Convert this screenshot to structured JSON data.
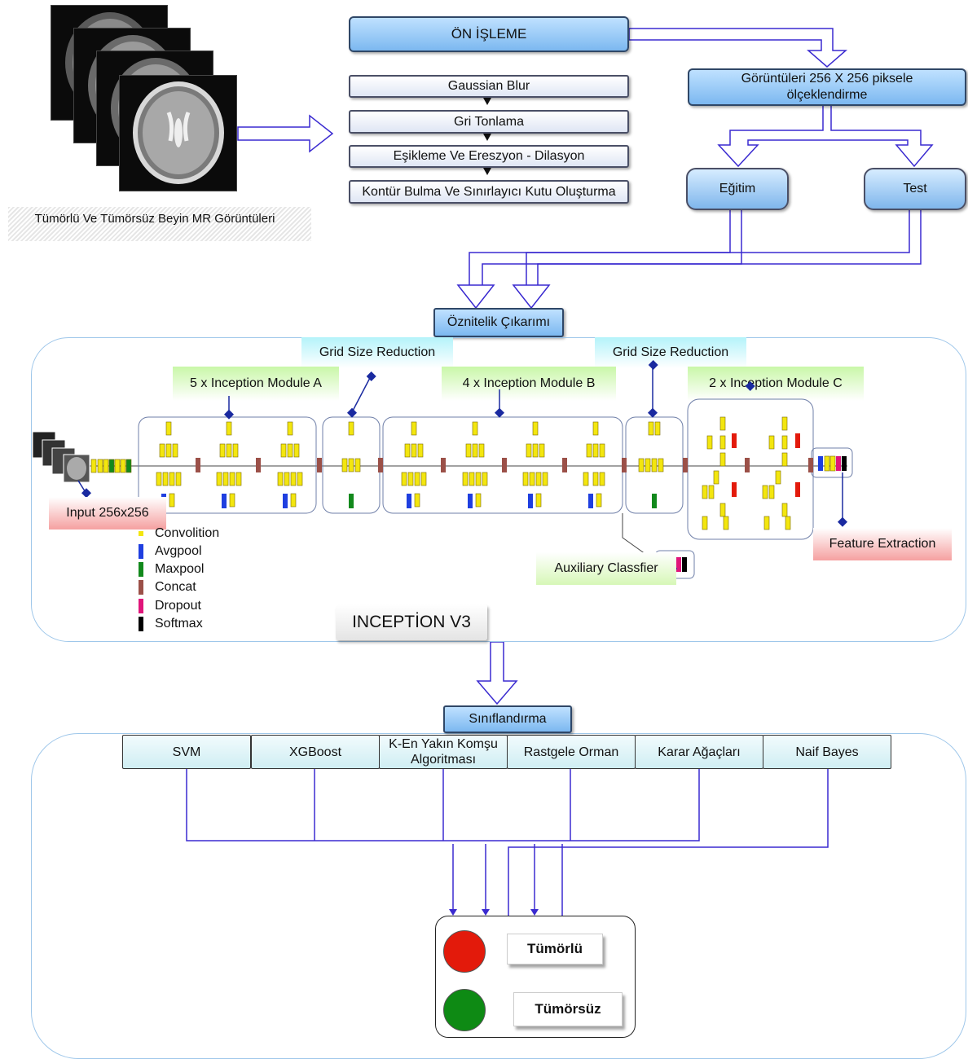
{
  "mri": {
    "caption": "Tümörlü Ve Tümörsüz Beyin MR Görüntüleri"
  },
  "preprocessing": {
    "title": "ÖN İŞLEME",
    "steps": [
      "Gaussian Blur",
      "Gri Tonlama",
      "Eşikleme Ve Ereszyon - Dilasyon",
      "Kontür Bulma Ve Sınırlayıcı Kutu Oluşturma"
    ]
  },
  "scaling": {
    "line1": "Görüntüleri 256 X 256 piksele",
    "line2": "ölçeklendirme"
  },
  "split": {
    "train": "Eğitim",
    "test": "Test"
  },
  "feature": {
    "label": "Öznitelik Çıkarımı"
  },
  "inception": {
    "title": "INCEPTİON V3",
    "module_a": "5 x Inception Module A",
    "module_b": "4 x Inception Module B",
    "module_c": "2 x Inception Module C",
    "grid_reduction_1": "Grid Size Reduction",
    "grid_reduction_2": "Grid Size Reduction",
    "input": "Input 256x256",
    "auxiliary": "Auxiliary Classfier",
    "feature_extraction": "Feature Extraction",
    "legend": [
      {
        "label": "Convolition",
        "color": "#f3e60f"
      },
      {
        "label": "Avgpool",
        "color": "#1f3fe0"
      },
      {
        "label": "Maxpool",
        "color": "#12891c"
      },
      {
        "label": "Concat",
        "color": "#9b5048"
      },
      {
        "label": "Dropout",
        "color": "#e0157a"
      },
      {
        "label": "Softmax",
        "color": "#000000"
      }
    ]
  },
  "classification": {
    "title": "Sınıflandırma",
    "models": [
      "SVM",
      "XGBoost",
      "K-En Yakın Komşu Algoritması",
      "Rastgele Orman",
      "Karar Ağaçları",
      "Naif Bayes"
    ]
  },
  "results": {
    "tumor": "Tümörlü",
    "tumor_color": "#e31a0b",
    "no_tumor": "Tümörsüz",
    "no_tumor_color": "#0e8a14"
  }
}
